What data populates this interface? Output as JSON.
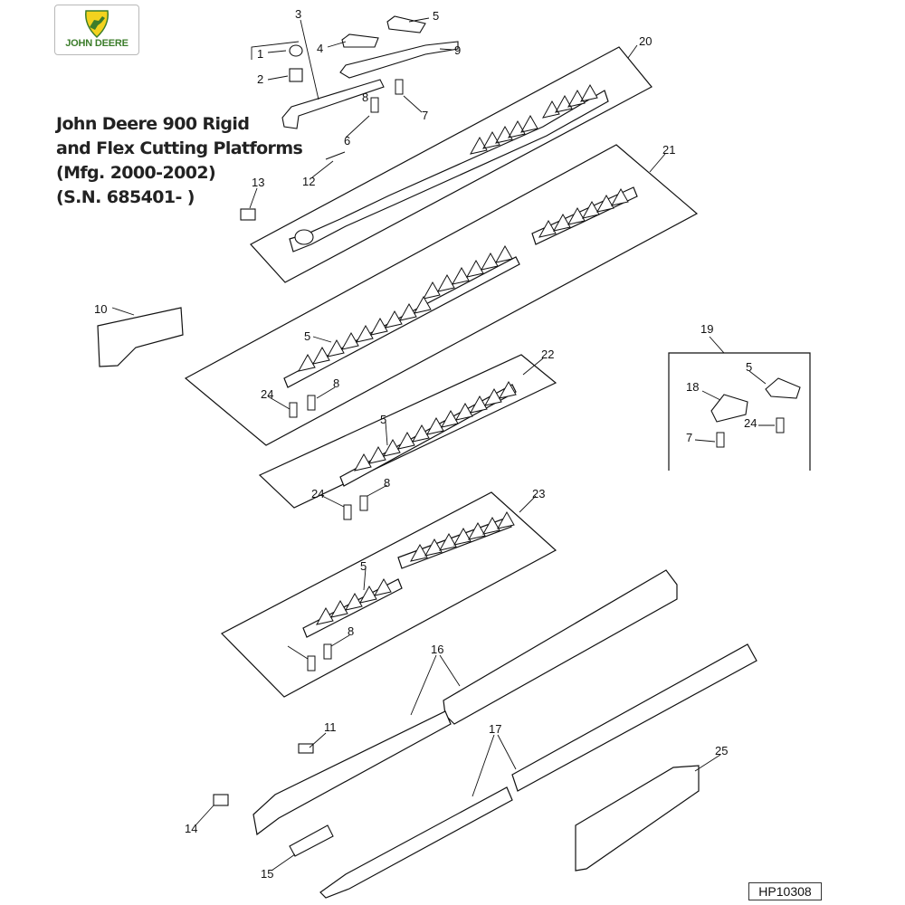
{
  "brand": {
    "logo_text": "JOHN DEERE"
  },
  "title": {
    "line1": "John Deere 900 Rigid",
    "line2": "and Flex Cutting Platforms",
    "line3": "(Mfg. 2000-2002)",
    "line4": "(S.N. 685401- )"
  },
  "reference_code": "HP10308",
  "callouts": [
    "1",
    "2",
    "3",
    "4",
    "5",
    "6",
    "7",
    "8",
    "9",
    "10",
    "11",
    "12",
    "13",
    "14",
    "15",
    "16",
    "17",
    "18",
    "19",
    "20",
    "21",
    "22",
    "23",
    "24",
    "25",
    "5",
    "5",
    "5",
    "5",
    "7",
    "8",
    "8",
    "8",
    "24",
    "24"
  ],
  "colors": {
    "logo_green": "#3c7d2b",
    "logo_yellow": "#f2d21e",
    "line": "#1a1a1a"
  }
}
